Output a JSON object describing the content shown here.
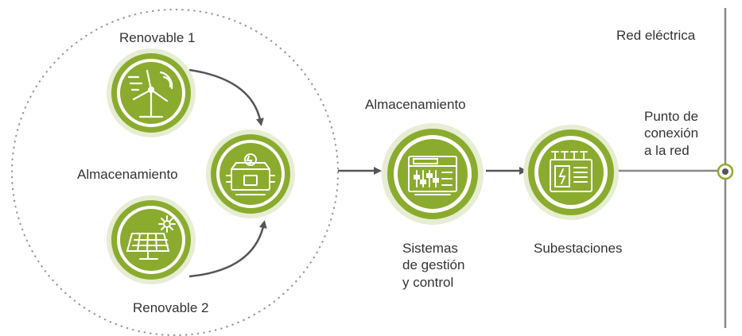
{
  "labels": {
    "renovable_1": "Renovable 1",
    "almacenamiento_left": "Almacenamiento",
    "renovable_2": "Renovable 2",
    "almacenamiento_mid": "Almacenamiento",
    "sistemas_line1": "Sistemas",
    "sistemas_line2": "de gestión",
    "sistemas_line3": "y control",
    "subestaciones": "Subestaciones",
    "red_electrica": "Red eléctrica",
    "punto_line1": "Punto de",
    "punto_line2": "conexión",
    "punto_line3": "a la red"
  },
  "nodes": [
    {
      "id": "renovable-1",
      "icon": "wind-turbine-icon"
    },
    {
      "id": "almacenamiento-left",
      "icon": "battery-storage-icon"
    },
    {
      "id": "renovable-2",
      "icon": "solar-panel-icon"
    },
    {
      "id": "almacenamiento-mid",
      "icon": "control-panel-icon"
    },
    {
      "id": "subestaciones",
      "icon": "substation-icon"
    }
  ],
  "colors": {
    "accent": "#8bab2e",
    "accent_dark": "#6f8f1e",
    "ring_light": "#e6edd3",
    "text": "#333333",
    "arrow": "#555555",
    "grid_line": "#888888",
    "dotted": "#9a9a9a"
  }
}
